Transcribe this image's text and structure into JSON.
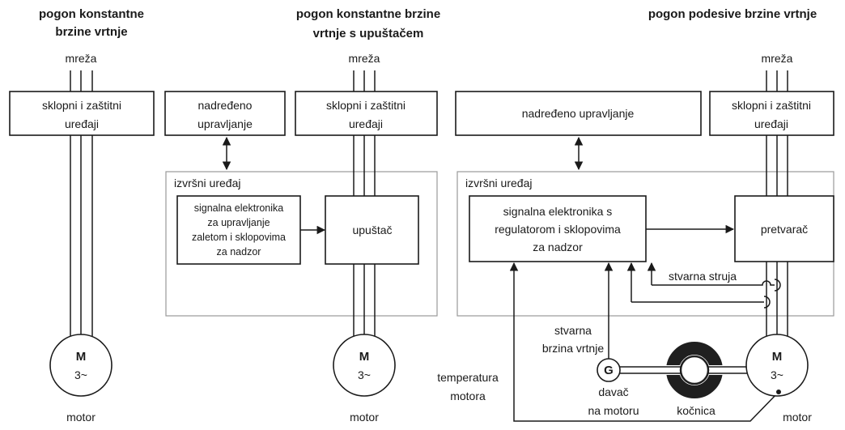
{
  "colors": {
    "line": "#1a1a1a",
    "frame": "#9a9a9a",
    "brake": "#1f1f1f",
    "background": "#ffffff"
  },
  "fixed_speed": {
    "title": [
      "pogon konstantne",
      "brzine vrtnje"
    ],
    "mains": "mreža",
    "switchgear": [
      "sklopni i zaštitni",
      "uređaji"
    ],
    "motor": {
      "symbol": "M",
      "phases": "3~",
      "label": "motor"
    }
  },
  "soft_starter": {
    "title": [
      "pogon konstantne brzine",
      "vrtnje s upuštačem"
    ],
    "mains": "mreža",
    "supervisory_control": [
      "nadređeno",
      "upravljanje"
    ],
    "switchgear": [
      "sklopni i zaštitni",
      "uređaji"
    ],
    "actuator_unit": "izvršni uređaj",
    "signal_electronics": [
      "signalna elektronika",
      "za upravljanje",
      "zaletom i sklopovima",
      "za nadzor"
    ],
    "starter": "upuštač",
    "motor": {
      "symbol": "M",
      "phases": "3~",
      "label": "motor"
    }
  },
  "variable_speed": {
    "title": "pogon podesive brzine vrtnje",
    "mains": "mreža",
    "supervisory_control": "nadređeno upravljanje",
    "switchgear": [
      "sklopni i zaštitni",
      "uređaji"
    ],
    "actuator_unit": "izvršni uređaj",
    "signal_electronics": [
      "signalna elektronika s",
      "regulatorom i sklopovima",
      "za nadzor"
    ],
    "converter": "pretvarač",
    "actual_current": "stvarna struja",
    "actual_speed": [
      "stvarna",
      "brzina vrtnje"
    ],
    "tacho_symbol": "G",
    "encoder": [
      "davač",
      "na motoru"
    ],
    "brake": "kočnica",
    "motor_temperature": [
      "temperatura",
      "motora"
    ],
    "motor": {
      "symbol": "M",
      "phases": "3~",
      "label": "motor"
    }
  }
}
